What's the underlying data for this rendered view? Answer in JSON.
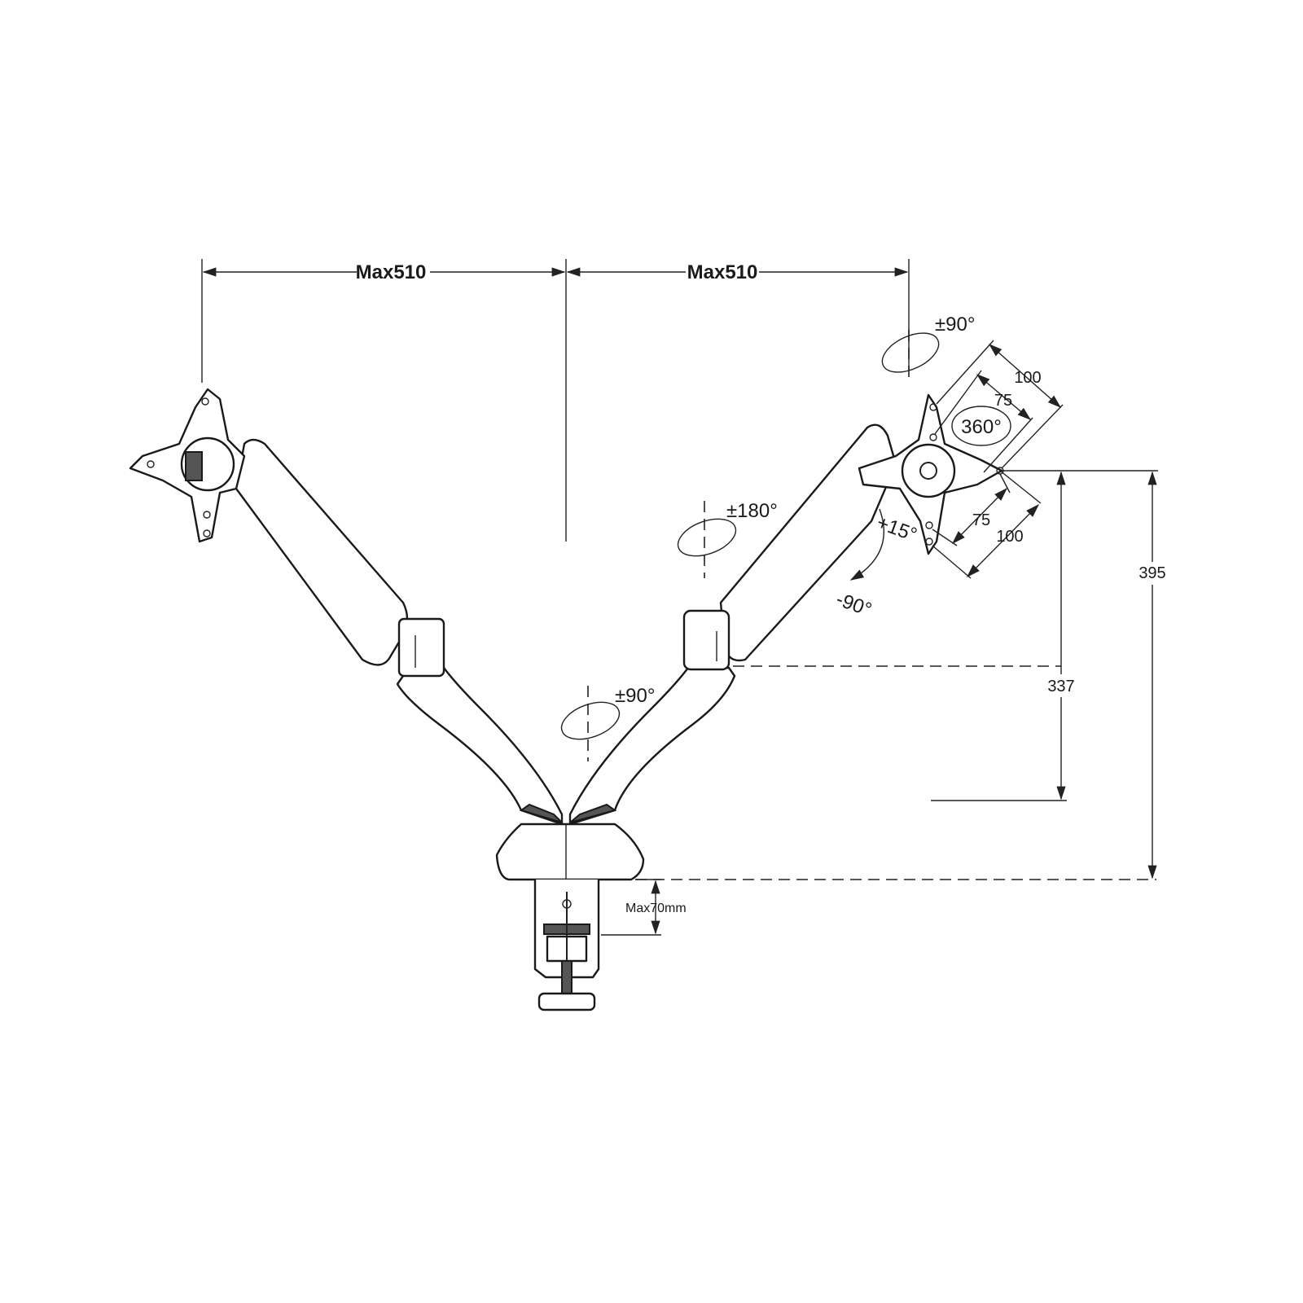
{
  "dimensions": {
    "left_reach": "Max510",
    "right_reach": "Max510",
    "total_height": "395",
    "arm_height": "337",
    "clamp_thickness": "Max70mm",
    "vesa_outer_top": "100",
    "vesa_inner_top": "75",
    "vesa_inner_bottom": "75",
    "vesa_outer_bottom": "100"
  },
  "rotations": {
    "head_swivel": "±90°",
    "rotation": "360°",
    "arm_swivel": "±180°",
    "tilt_up": "+15°",
    "tilt_down": "-90°",
    "base_swivel": "±90°"
  }
}
